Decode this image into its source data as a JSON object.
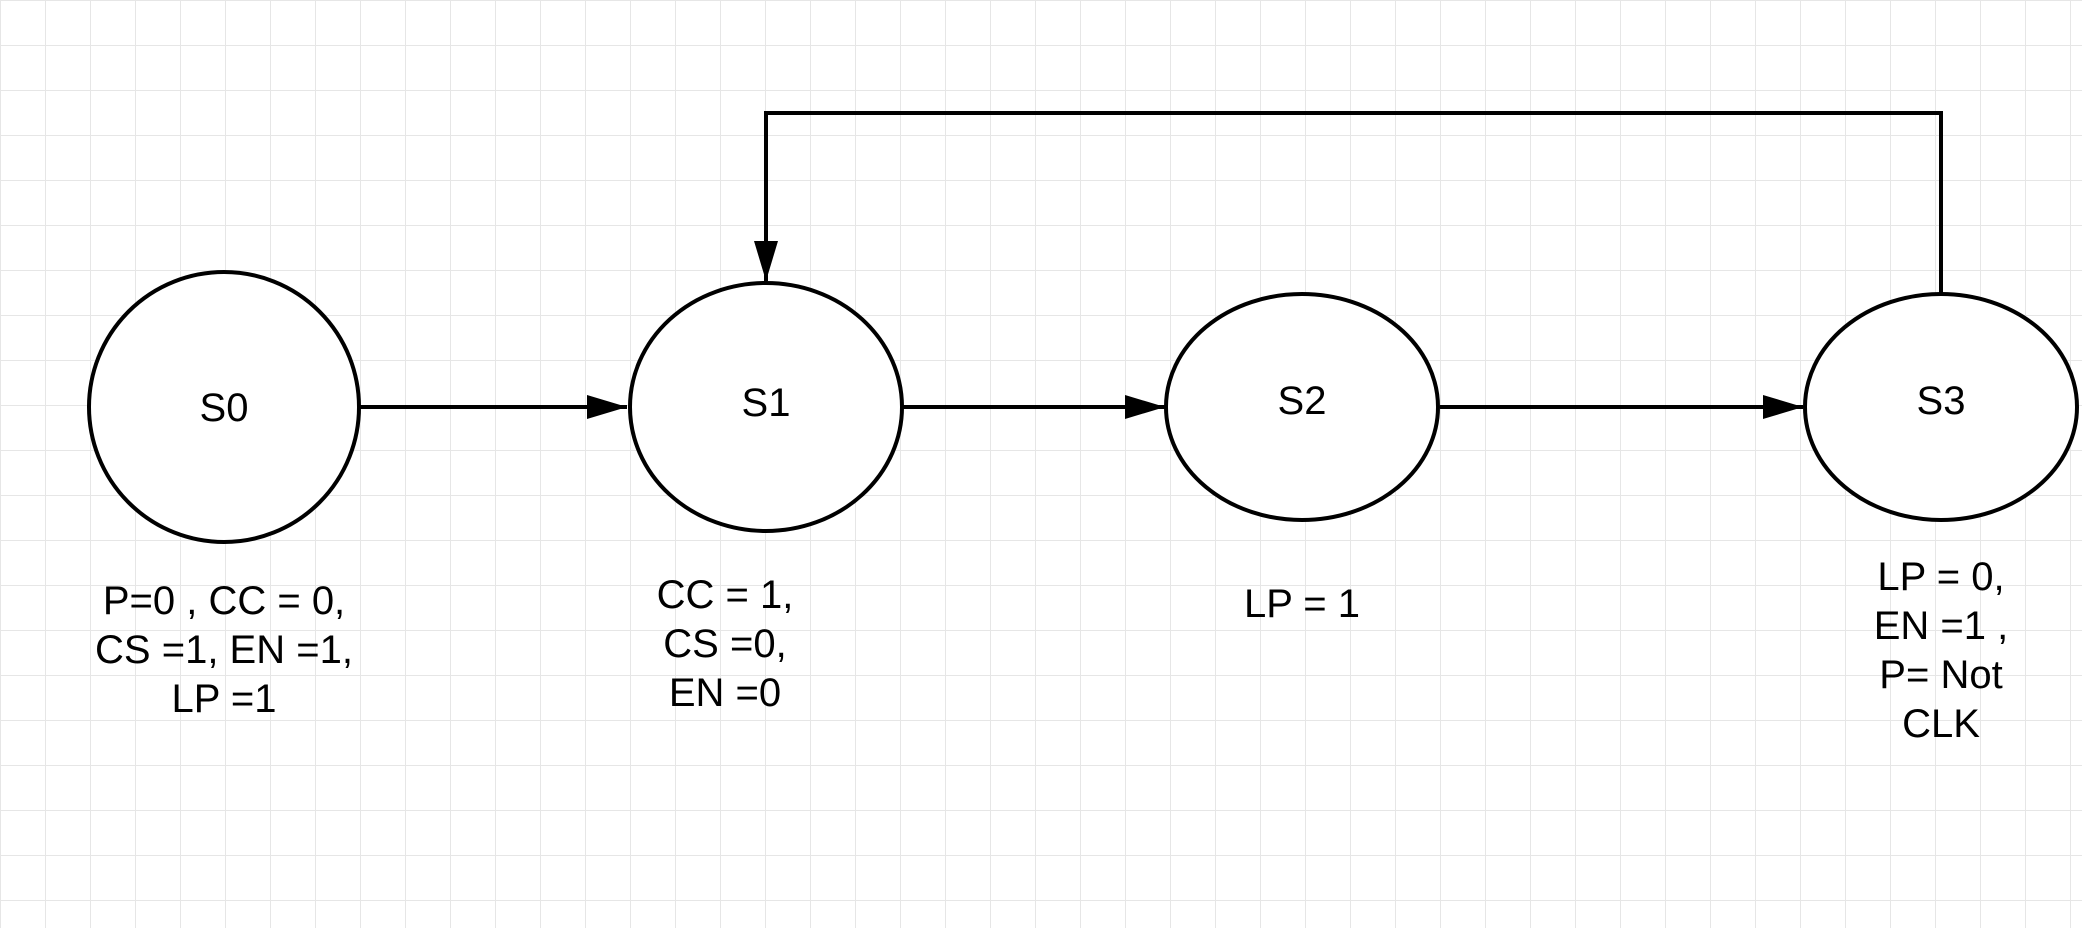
{
  "diagram": {
    "states": [
      {
        "id": "S0",
        "label": "S0",
        "outputs": [
          "P=0 , CC = 0,",
          "CS =1, EN =1,",
          "LP =1"
        ]
      },
      {
        "id": "S1",
        "label": "S1",
        "outputs": [
          "CC = 1,",
          "CS =0,",
          "EN =0"
        ]
      },
      {
        "id": "S2",
        "label": "S2",
        "outputs": [
          "LP = 1"
        ]
      },
      {
        "id": "S3",
        "label": "S3",
        "outputs": [
          "LP = 0,",
          "EN =1 ,",
          "P= Not",
          "CLK"
        ]
      }
    ],
    "transitions": [
      {
        "from": "S0",
        "to": "S1"
      },
      {
        "from": "S1",
        "to": "S2"
      },
      {
        "from": "S2",
        "to": "S3"
      },
      {
        "from": "S3",
        "to": "S1"
      }
    ],
    "colors": {
      "stroke": "#000000",
      "grid": "#e6e6e6",
      "background": "#ffffff"
    }
  }
}
